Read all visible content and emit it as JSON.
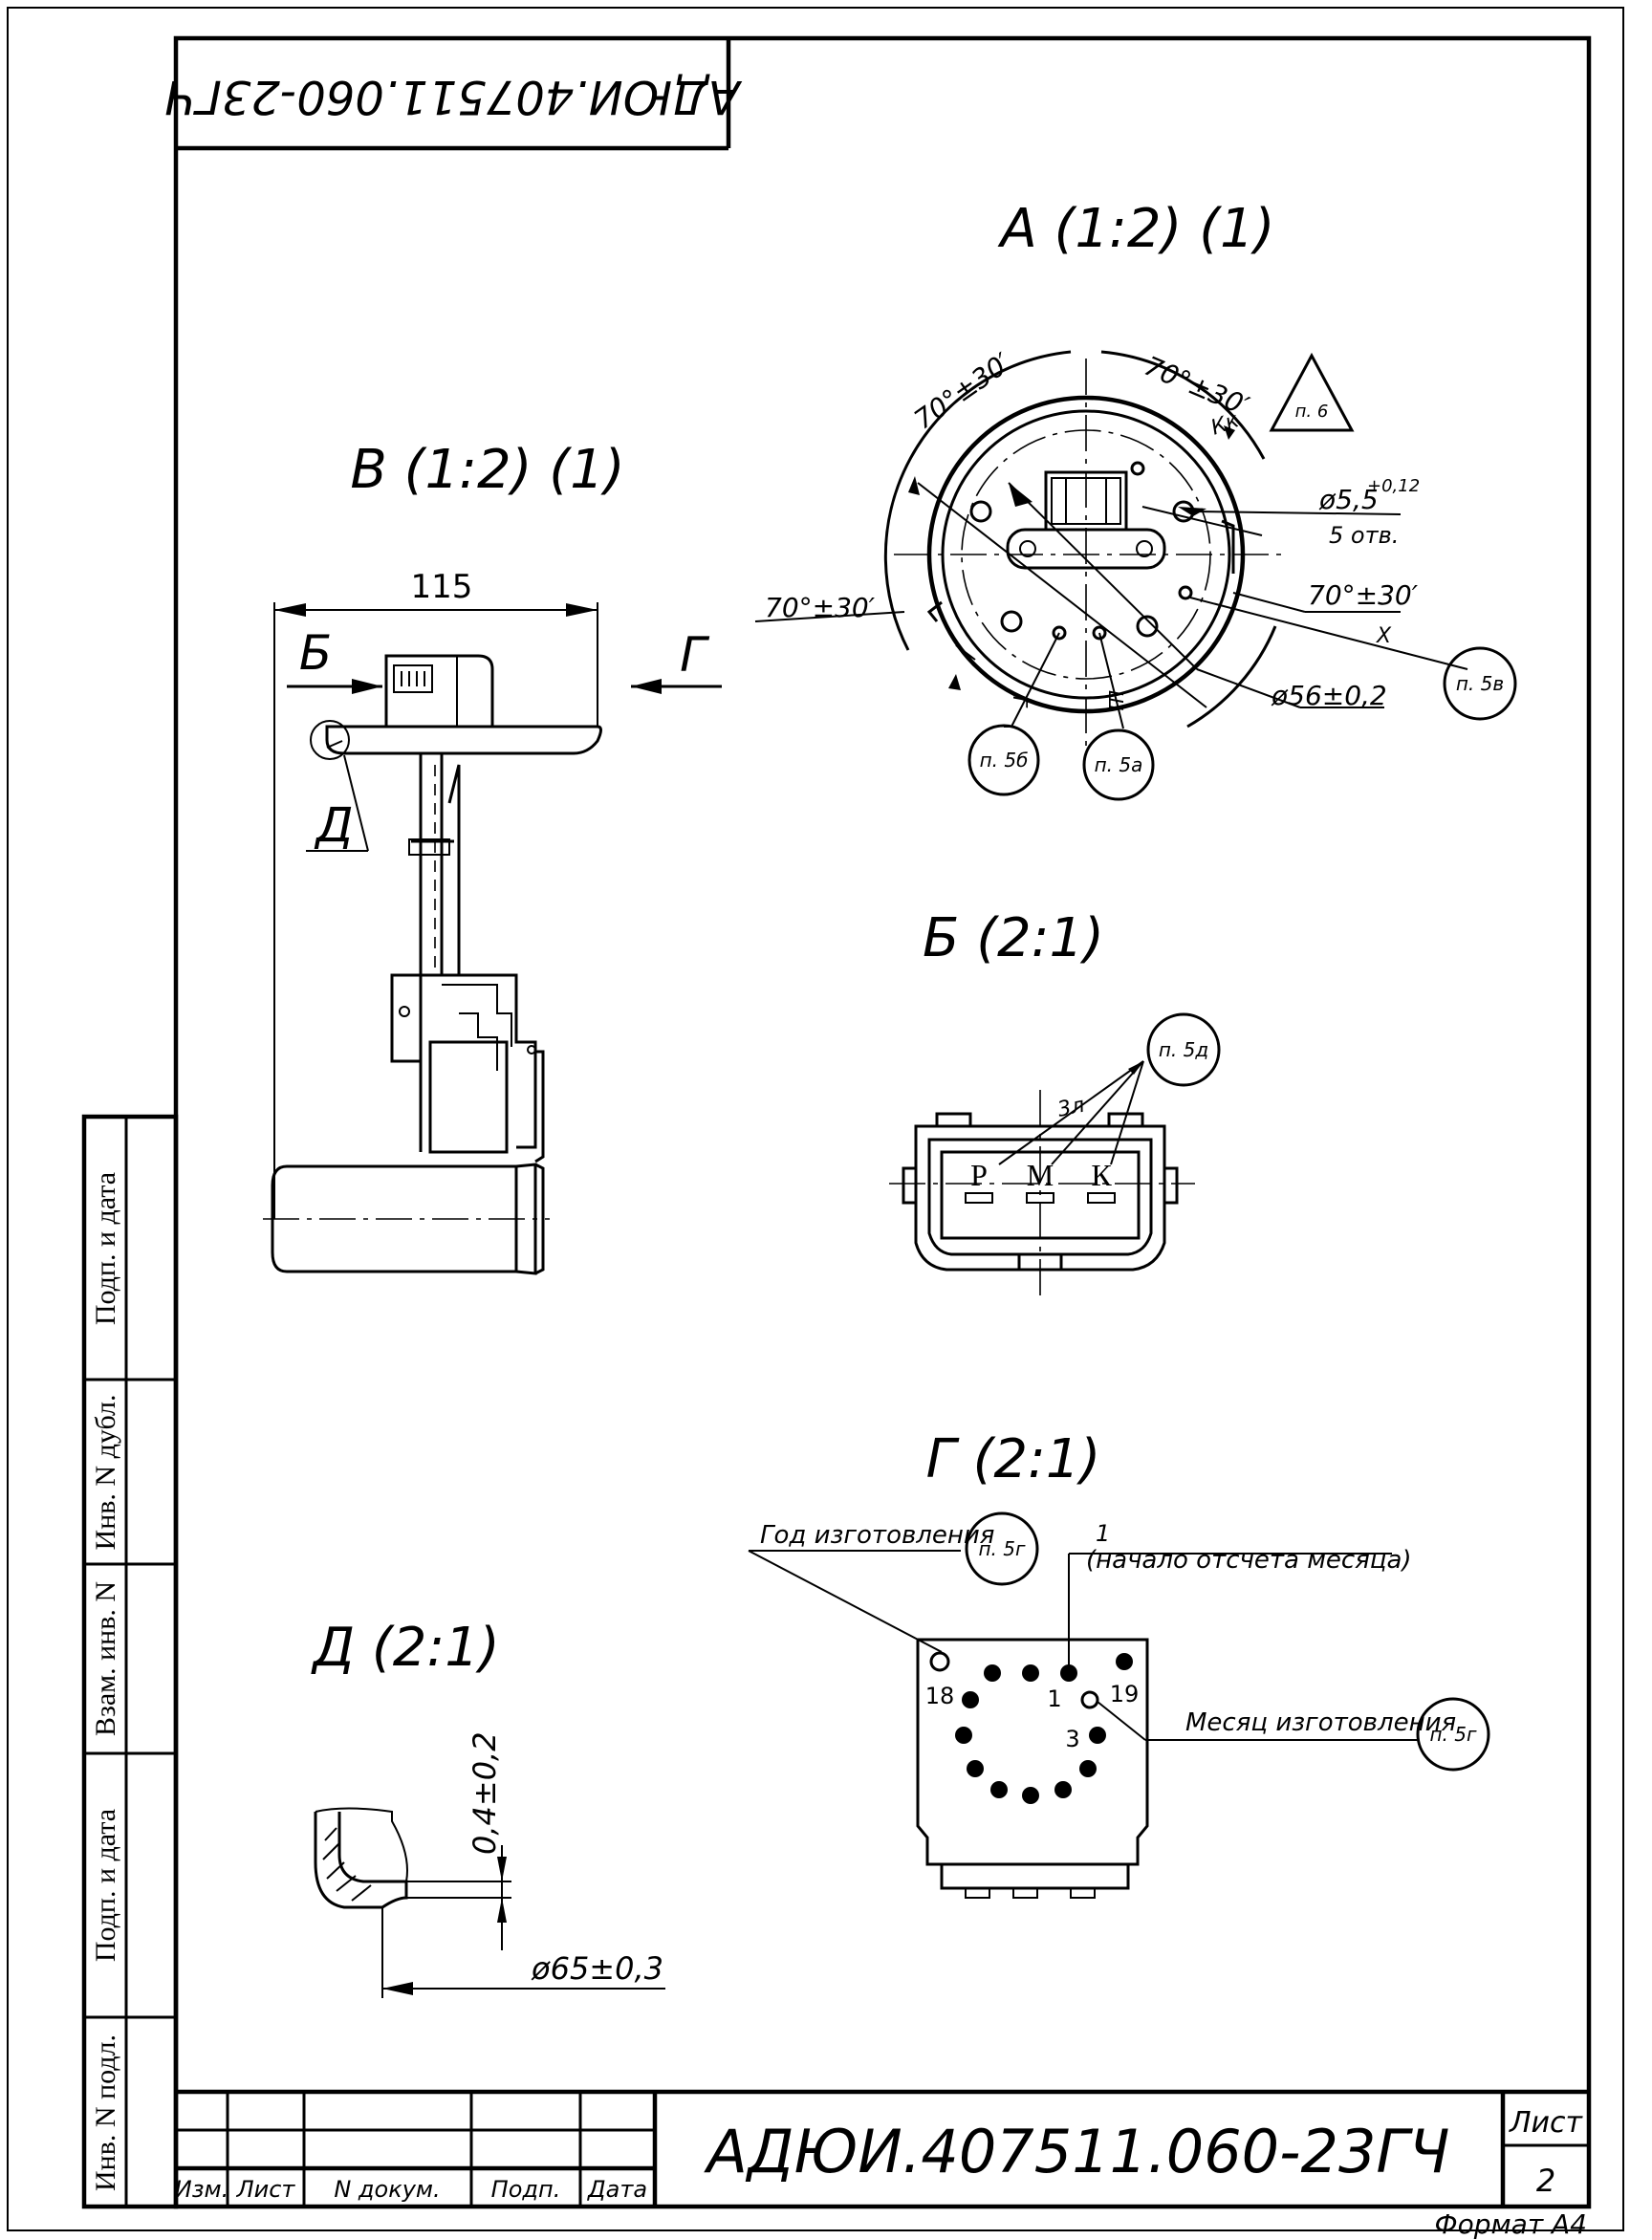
{
  "doc_code_top": "АДЮИ.407511.060-23ГЧ",
  "doc_code_main": "АДЮИ.407511.060-23ГЧ",
  "sheet_label": "Лист",
  "sheet_number": "2",
  "format_label": "Формат А4",
  "title_columns": [
    "Изм.",
    "Лист",
    "N докум.",
    "Подп.",
    "Дата"
  ],
  "side_stamps": [
    "Подп. и дата",
    "Инв. N дубл.",
    "Взам. инв. N",
    "Подп. и дата",
    "Инв. N подл."
  ],
  "views": {
    "A": {
      "title": "А (1:2) (1)",
      "angle_top_left": "70°±30′",
      "angle_top_right": "70°±30′",
      "angle_left": "70°±30′",
      "angle_right": "70°±30′",
      "hole_dia": "ø5,5",
      "hole_tol": "+0,12",
      "hole_count": "5 отв.",
      "outer_dia": "ø56±0,2",
      "mark_kk": "Кк",
      "mark_x": "Х",
      "mark_g": "Г",
      "mark_sh": "Ш",
      "note_triangle": "п. 6",
      "note_5v": "п. 5в",
      "note_5b": "п. 5б",
      "note_5a": "п. 5а"
    },
    "V": {
      "title": "В (1:2) (1)",
      "width": "115",
      "arrow_b": "Б",
      "arrow_g": "Г",
      "detail_d": "Д"
    },
    "B": {
      "title": "Б (2:1)",
      "note": "п. 5д",
      "marking": "3л",
      "pin_p": "Р",
      "pin_m": "М",
      "pin_k": "К"
    },
    "G": {
      "title": "Г (2:1)",
      "year_label": "Год изготовления",
      "month_start_num": "1",
      "month_start_label": "(начало отсчета месяца)",
      "month_label": "Месяц изготовления",
      "note_year": "п. 5г",
      "note_month": "п. 5г",
      "num_18": "18",
      "num_1": "1",
      "num_19": "19",
      "num_3": "3"
    },
    "D": {
      "title": "Д (2:1)",
      "thickness": "0,4±0,2",
      "diameter": "ø65±0,3"
    }
  }
}
